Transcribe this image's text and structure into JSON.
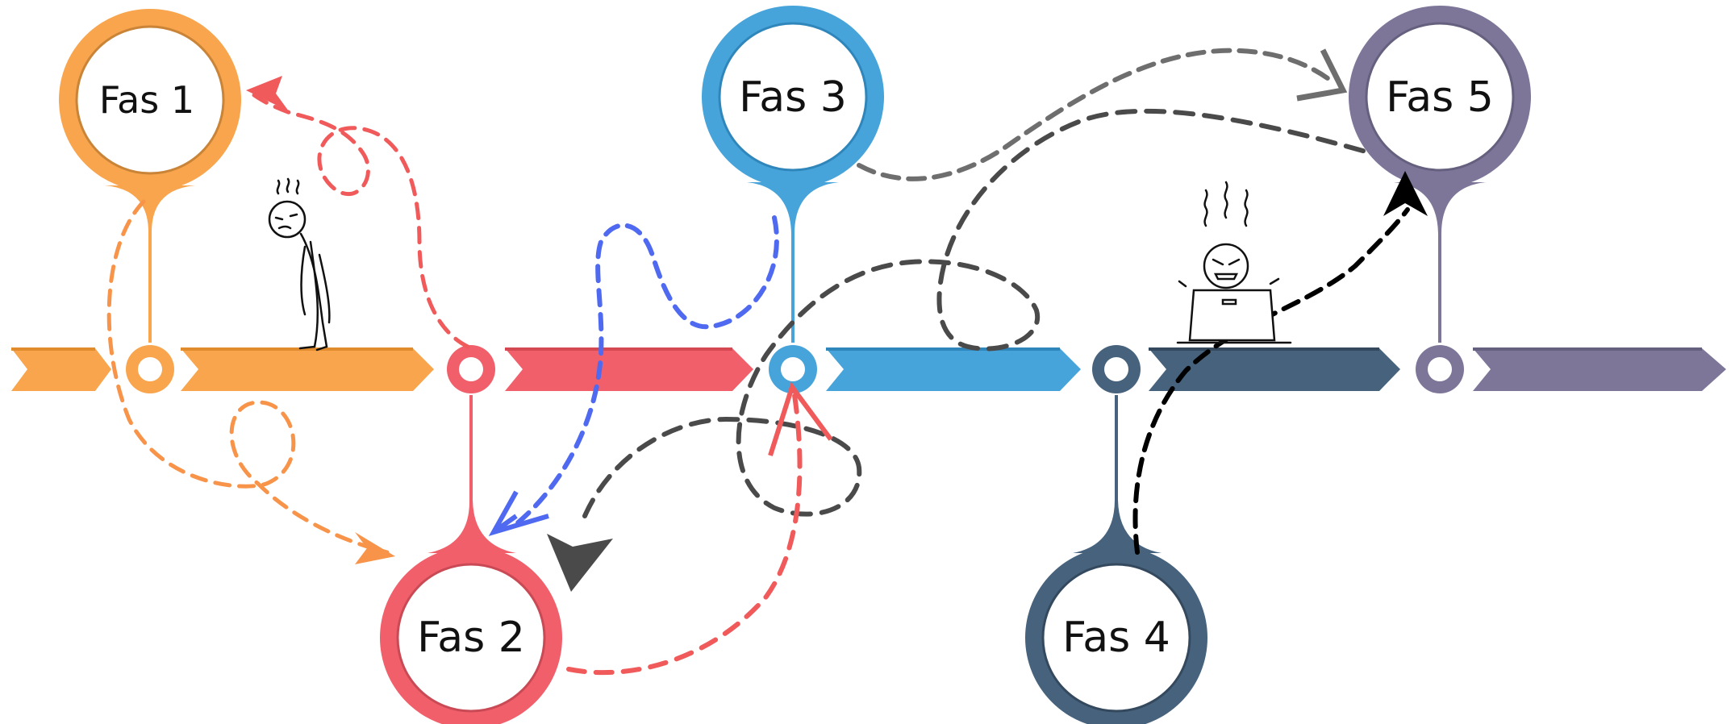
{
  "colors": {
    "phase1": "#F8A54D",
    "phase1_dark": "#E08B2C",
    "phase2": "#F05F6A",
    "phase2_dark": "#D44852",
    "phase3": "#47A4DA",
    "phase3_dark": "#2F86BB",
    "phase4": "#46627C",
    "phase4_dark": "#34495E",
    "phase5": "#7E7699",
    "phase5_dark": "#66607F",
    "scribble_red": "#F05A5A",
    "scribble_orange": "#F8944A",
    "scribble_blue": "#4F6AF0",
    "scribble_dark": "#4A4A4A",
    "scribble_grey": "#6E6E6E",
    "scribble_black": "#000000"
  },
  "phases": [
    {
      "label": "Fas 1"
    },
    {
      "label": "Fas 2"
    },
    {
      "label": "Fas 3"
    },
    {
      "label": "Fas 4"
    },
    {
      "label": "Fas 5"
    }
  ],
  "illustrations": {
    "tired_person": "tired-person-icon",
    "angry_worker": "angry-laptop-worker-icon"
  }
}
